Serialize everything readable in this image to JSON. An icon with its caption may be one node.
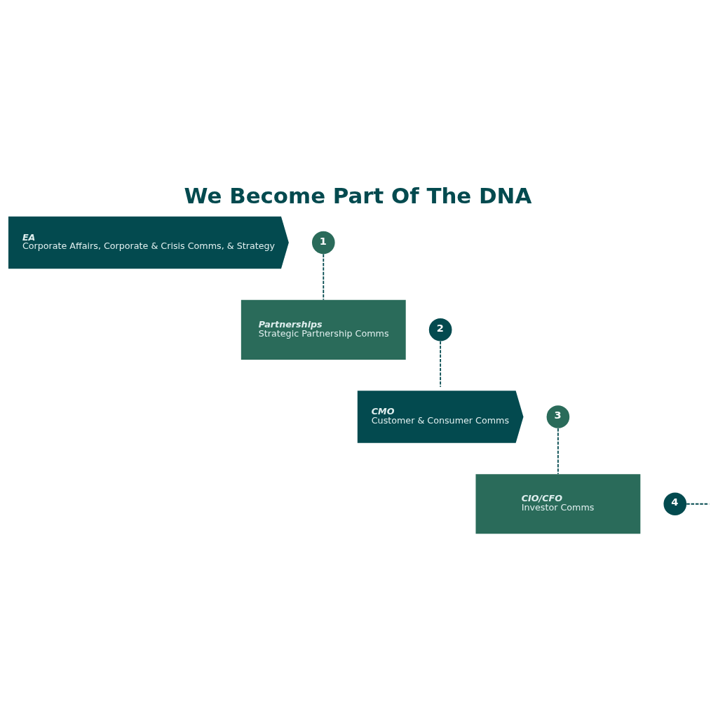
{
  "diagram": {
    "title": "We Become Part Of The DNA",
    "nodes": [
      {
        "text": [
          "EA",
          "Corporate Affairs, Corporate & Crisis Comms, & Strategy"
        ]
      },
      {
        "text": [
          "1"
        ]
      },
      {
        "text": [
          "Partnerships",
          "Strategic Partnership Comms"
        ]
      },
      {
        "text": [
          "2"
        ]
      },
      {
        "text": [
          "CMO",
          "Customer & Consumer Comms"
        ]
      },
      {
        "text": [
          "3"
        ]
      },
      {
        "text": [
          "CIO/CFO",
          "Investor Comms"
        ]
      },
      {
        "text": [
          "4"
        ]
      }
    ],
    "edges": [
      {
        "from": 1,
        "to": 2,
        "arrow": "none",
        "style": "dashed"
      },
      {
        "from": 3,
        "to": 4,
        "arrow": "none",
        "style": "dashed"
      },
      {
        "from": 5,
        "to": 6,
        "arrow": "none",
        "style": "dashed"
      },
      {
        "from": 7,
        "to": null,
        "arrow": "none",
        "style": "dashed"
      }
    ]
  }
}
